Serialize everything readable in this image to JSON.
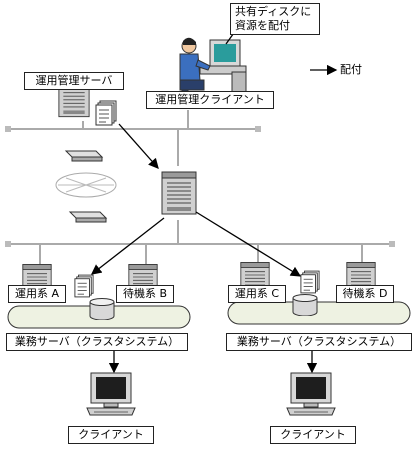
{
  "labels": {
    "callout": "共有ディスクに\n資源を配付",
    "ops_server": "運用管理サーバ",
    "ops_client": "運用管理クライアント",
    "legend_distribute": "配付",
    "active_a": "運用系 A",
    "standby_b": "待機系 B",
    "active_c": "運用系 C",
    "standby_d": "待機系 D",
    "cluster_left": "業務サーバ（クラスタシステム）",
    "cluster_right": "業務サーバ（クラスタシステム）",
    "client_left": "クライアント",
    "client_right": "クライアント"
  },
  "colors": {
    "arrow": "#000000",
    "network_line": "#aaaaaa",
    "cluster_band": "#eef2e2",
    "server_body": "#c8c8c8",
    "disk": "#d8d8d8"
  },
  "icons": {
    "operator": "operator-at-computer-icon",
    "server": "server-tower-icon",
    "document": "document-stack-icon",
    "hub": "network-hub-icon",
    "cloud": "network-cloud-icon",
    "disk": "shared-disk-icon",
    "monitor": "client-monitor-icon"
  }
}
